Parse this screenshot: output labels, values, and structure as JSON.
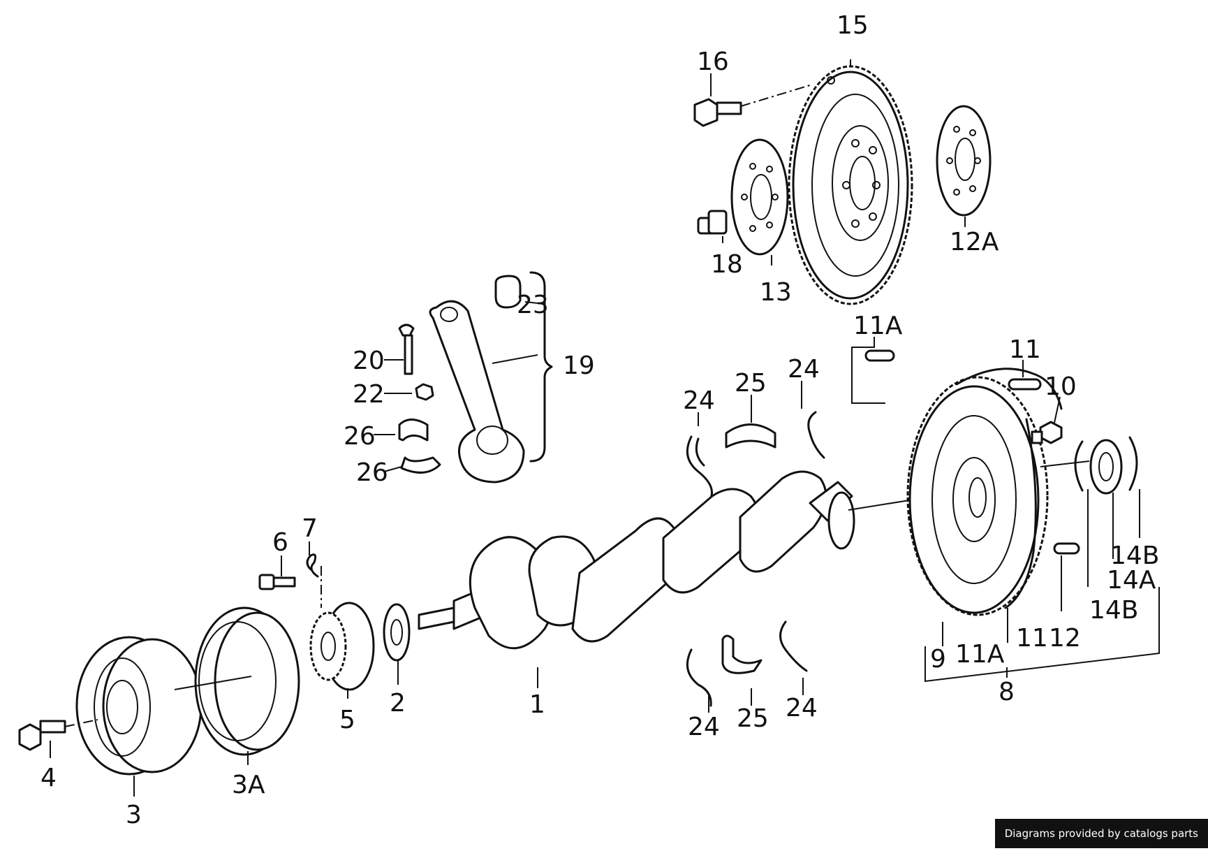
{
  "labels": {
    "l1": "1",
    "l2": "2",
    "l3": "3",
    "l3a": "3A",
    "l4": "4",
    "l5": "5",
    "l6": "6",
    "l7": "7",
    "l8": "8",
    "l9": "9",
    "l10": "10",
    "l11_top": "11",
    "l11_bot": "11",
    "l11a_top": "11A",
    "l11a_bot": "11A",
    "l12": "12",
    "l12a": "12A",
    "l13": "13",
    "l14a": "14A",
    "l14b_top": "14B",
    "l14b_bot": "14B",
    "l15": "15",
    "l16": "16",
    "l18": "18",
    "l19": "19",
    "l20": "20",
    "l22": "22",
    "l23": "23",
    "l24_a": "24",
    "l24_b": "24",
    "l24_c": "24",
    "l24_d": "24",
    "l25_top": "25",
    "l25_bot": "25",
    "l26_a": "26",
    "l26_b": "26"
  },
  "credit": "Diagrams provided by catalogs parts"
}
